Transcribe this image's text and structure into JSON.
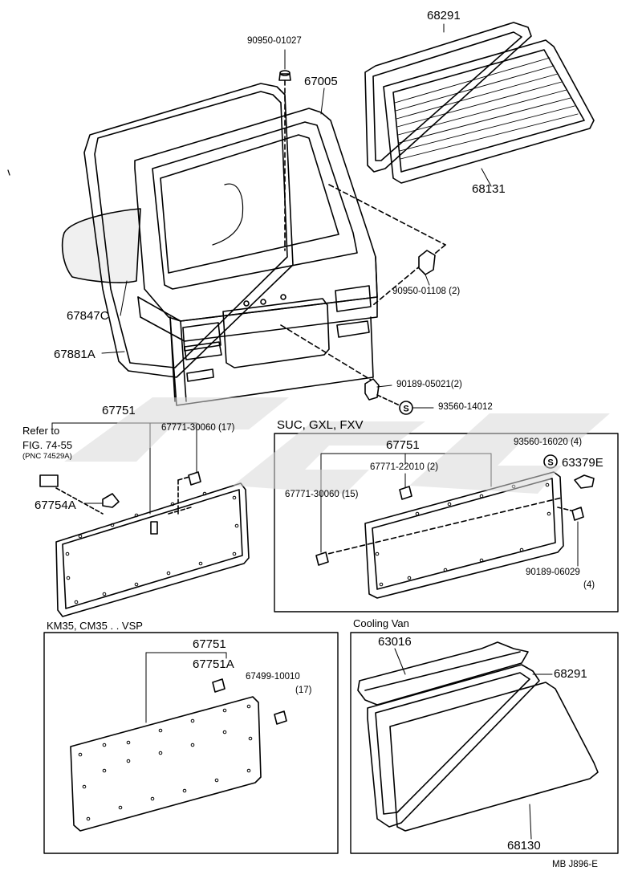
{
  "colors": {
    "ink": "#000000",
    "paper": "#ffffff",
    "watermark": "#d9d9d9"
  },
  "labels": {
    "p68291_top": "68291",
    "p90950_01027": "90950-01027",
    "p67005": "67005",
    "p68131": "68131",
    "p90950_01108": "90950-01108 (2)",
    "p67847C": "67847C",
    "p67881A": "67881A",
    "p90189_05021": "90189-05021(2)",
    "p93560_14012": "93560-14012",
    "refer_to": "Refer to",
    "refer_fig": "FIG. 74-55",
    "refer_pnc": "(PNC 74529A)",
    "p67751_left": "67751",
    "p67771_30060_17": "67771-30060 (17)",
    "p67754A": "67754A",
    "box1_title": "SUC, GXL, FXV",
    "p67751_box1": "67751",
    "p93560_16020": "93560-16020 (4)",
    "p67771_22010": "67771-22010 (2)",
    "p63379E": "63379E",
    "p67771_30060_15": "67771-30060 (15)",
    "p90189_06029": "90189-06029",
    "p90189_06029_qty": "(4)",
    "box2_title": "KM35, CM35 . . VSP",
    "p67751_box2": "67751",
    "p67751A": "67751A",
    "p67499_10010": "67499-10010",
    "p67499_10010_qty": "(17)",
    "box3_title": "Cooling Van",
    "p63016": "63016",
    "p68291_box3": "68291",
    "p68130": "68130",
    "footer_code": "MB  J896-E"
  }
}
